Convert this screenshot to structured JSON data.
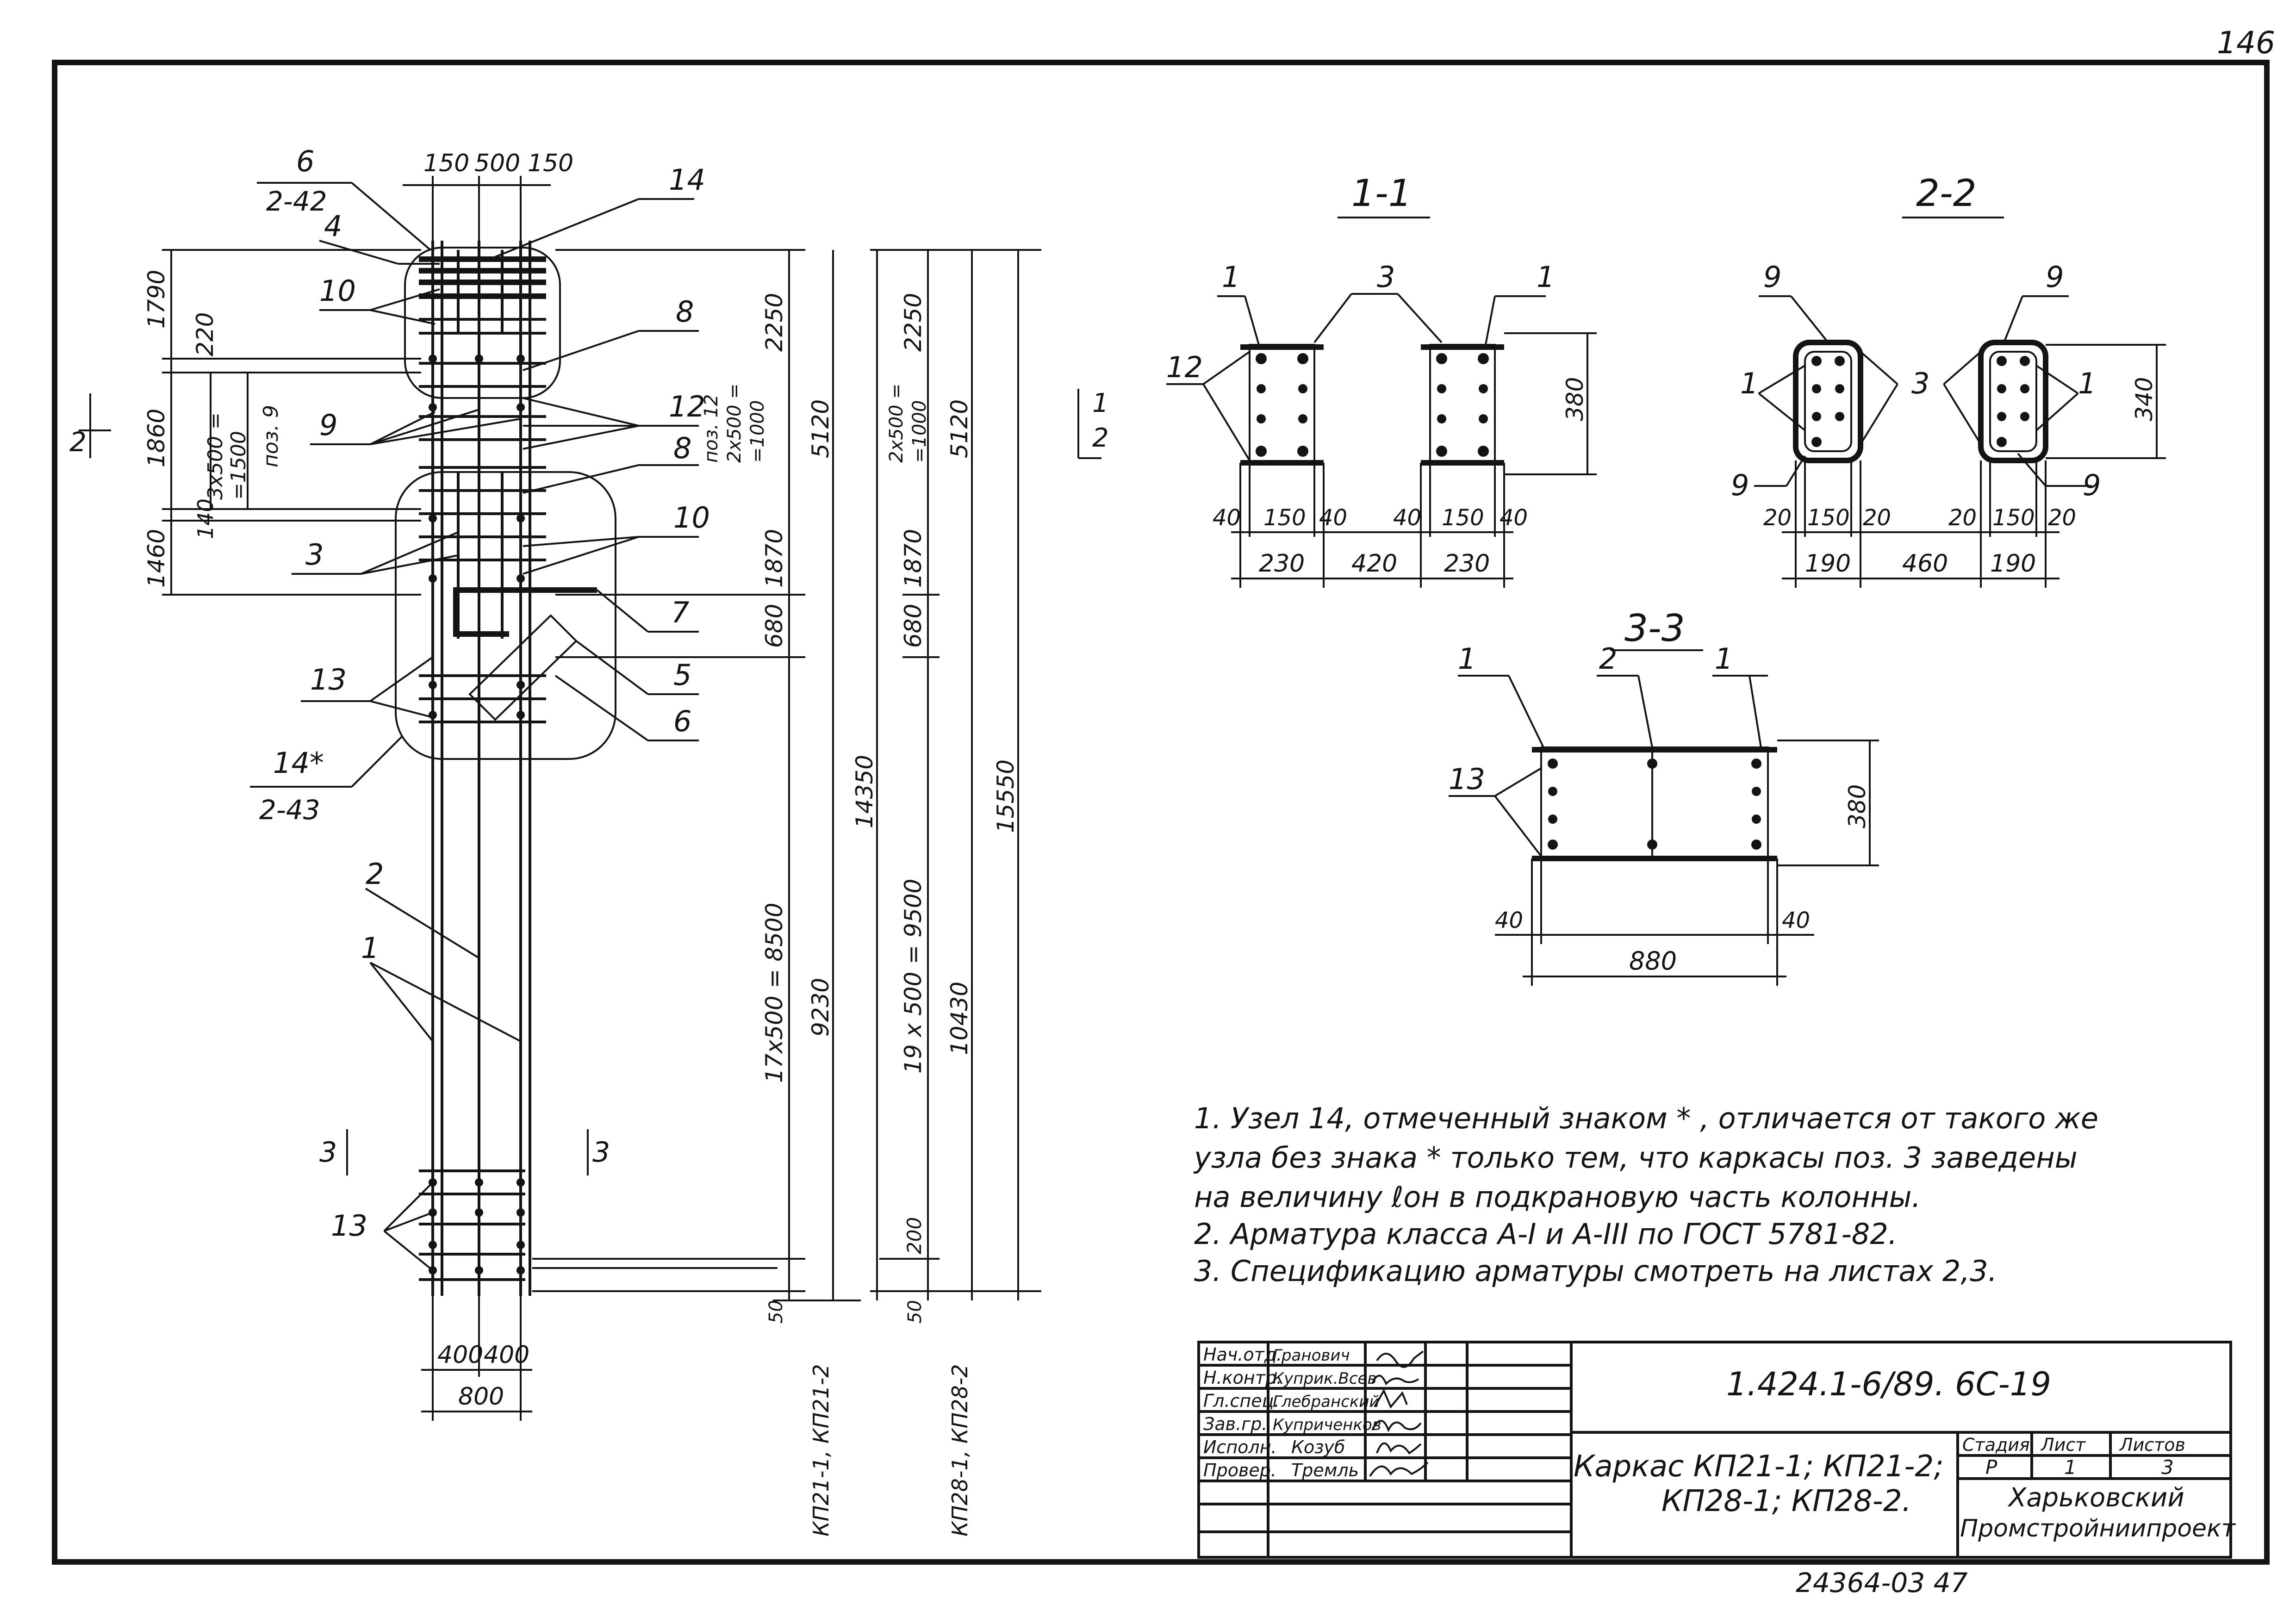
{
  "page_number": "146",
  "main_view": {
    "top_dims": [
      "150",
      "500",
      "150"
    ],
    "bottom_dims": [
      "400",
      "400"
    ],
    "bottom_total": "800",
    "left_dims": [
      "1790",
      "220",
      "1860",
      "140",
      "1460"
    ],
    "pitch_note_top": "3х500 =",
    "pitch_note_mid": "=1500",
    "pitch_note_pos": "поз. 9",
    "section_mark": "2",
    "right_section_mark": "1",
    "right_section_mark2": "2",
    "callouts": [
      "6",
      "2-42",
      "14",
      "4",
      "10",
      "8",
      "9",
      "12",
      "8",
      "3",
      "10",
      "7",
      "5",
      "6",
      "13",
      "14*",
      "2-43",
      "2",
      "1",
      "13"
    ],
    "section3_left": "3",
    "section3_right": "3"
  },
  "dimension_chains": {
    "chain1": {
      "label": "КП21-1, КП21-2",
      "values": [
        "2250",
        "1870",
        "680",
        "17х500 = 8500",
        "9230",
        "50"
      ],
      "overall": "5120",
      "total": "14350"
    },
    "chain2": {
      "label": "КП28-1, КП28-2",
      "values": [
        "2250",
        "1870",
        "680",
        "19 х 500 = 9500",
        "10430",
        "200",
        "50"
      ],
      "overall": "5120",
      "total": "15550"
    },
    "chain1_note": [
      "поз. 12",
      "2х500 =",
      "=1000"
    ],
    "chain2_note": [
      "2х500 =",
      "=1000"
    ]
  },
  "section_1_1": {
    "title": "1-1",
    "labels": [
      "1",
      "3",
      "1",
      "12"
    ],
    "height": "380",
    "dims": [
      "40",
      "150",
      "40",
      "40",
      "150",
      "40"
    ],
    "totals": [
      "230",
      "420",
      "230"
    ]
  },
  "section_2_2": {
    "title": "2-2",
    "labels": [
      "9",
      "9",
      "1",
      "3",
      "1",
      "9",
      "9"
    ],
    "height": "340",
    "dims": [
      "20",
      "150",
      "20",
      "20",
      "150",
      "20"
    ],
    "totals": [
      "190",
      "460",
      "190"
    ]
  },
  "section_3_3": {
    "title": "3-3",
    "labels": [
      "1",
      "2",
      "1",
      "13"
    ],
    "height": "380",
    "dims": [
      "40",
      "40"
    ],
    "total": "880"
  },
  "notes": [
    "1. Узел 14, отмеченный знаком * , отличается от такого же",
    "узла без знака * только тем, что каркасы поз. 3 заведены",
    "на величину ℓон в подкрановую часть колонны.",
    "2. Арматура класса А-I и А-III по ГОСТ 5781-82.",
    "3. Спецификацию арматуры смотреть на листах 2,3."
  ],
  "title_block": {
    "roles": [
      "Нач.отд.",
      "Н.контр.",
      "Гл.спец.",
      "Зав.гр.",
      "Исполн.",
      "Провер."
    ],
    "names": [
      "Гранович",
      "Куприк.Всев",
      "Глебранский",
      "Куприченков",
      "Козуб",
      "Тремль"
    ],
    "designation": "1.424.1-6/89.   6С-19",
    "drawing_title_1": "Каркас КП21-1; КП21-2;",
    "drawing_title_2": "КП28-1; КП28-2.",
    "stage_header": "Стадия",
    "sheet_header": "Лист",
    "sheets_header": "Листов",
    "stage": "Р",
    "sheet": "1",
    "sheets": "3",
    "org_1": "Харьковский",
    "org_2": "Промстройниипроект"
  },
  "archive_number": "24364-03   47"
}
